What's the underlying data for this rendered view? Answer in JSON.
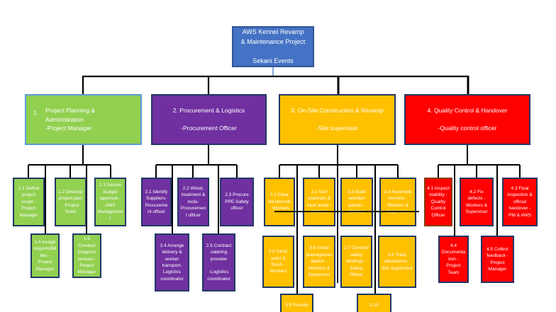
{
  "root": {
    "label": "AWS Kennel Revamp\n& Maintenance Project\n\nSekani Events"
  },
  "colors": {
    "root_fill": "#4472C4",
    "root_border": "#2F5597",
    "branch1_fill": "#92D050",
    "branch1_border": "#5B9BD5",
    "branch2_fill": "#7030A0",
    "branch3_fill": "#FFC000",
    "branch4_fill": "#FF0000",
    "sub_border": "#1F3864",
    "node41_border": "#843C0C",
    "connector": "#000000",
    "root_stub": "#8EAADB",
    "text": "#FFFFFF"
  },
  "groups": [
    {
      "num": "1.",
      "title": "Project Planning & Administration\n-Project Manager",
      "children": [
        {
          "label": "1.1 Define project scope - Project Manager"
        },
        {
          "label": "1.2 Develop project plan - Project Team"
        },
        {
          "label": "1.3 Secure budget approval - AWS Management"
        },
        {
          "label": "1.4 Assign responsibilities - Project Manager"
        },
        {
          "label": "1.5 Conduct progress reviews - Project Manager"
        }
      ]
    },
    {
      "label": "2. Procurement & Logistics\n\n-Procurement Officer",
      "children": [
        {
          "label": "2.1 Identify Suppliers- Procurement officer"
        },
        {
          "label": "2.2 Wood, treatment & tools- Procurement officer"
        },
        {
          "label": "2.3 Procure PPE-Safety officer"
        },
        {
          "label": "2.4 Arrange delivery & worker transport- Logistics coordinator"
        },
        {
          "label": "2.5 Contract catering provider\n\n-Logistics coordinator"
        }
      ]
    },
    {
      "label": "3. On-Site Construction & Revamp\n\n-Site supervisor",
      "children": [
        {
          "label": "3.1 Clear old kennels - Workers"
        },
        {
          "label": "3.2 Sort materials & treat wood - Workers"
        },
        {
          "label": "3.3 Build wooden panels - Workers"
        },
        {
          "label": "3.4 Assemble kennels - Workers & Supervisor"
        },
        {
          "label": "3.5 Sand, paint & finish - Workers"
        },
        {
          "label": "3.6 Install drainage/ventilation - Workers & Supervisor"
        },
        {
          "label": "3.7 Conduct safety briefings - Safety Officer"
        },
        {
          "label": "3.8 Track attendance - Site Supervisor"
        },
        {
          "label": "3.9 Provide"
        },
        {
          "label": "3.10"
        }
      ]
    },
    {
      "label": "4. Quality Control & Handover\n\n-Quality control officer",
      "children": [
        {
          "label": "4.1 Inspect stability - Quality Control Officer"
        },
        {
          "label": "4.2 Fix defects - Workers & Supervisor"
        },
        {
          "label": "4.3 Final inspection & official handover - PM & AWS"
        },
        {
          "label": "4.4 Documentation - Project Team"
        },
        {
          "label": "4.5 Collect feedback - Project Manager"
        }
      ]
    }
  ]
}
